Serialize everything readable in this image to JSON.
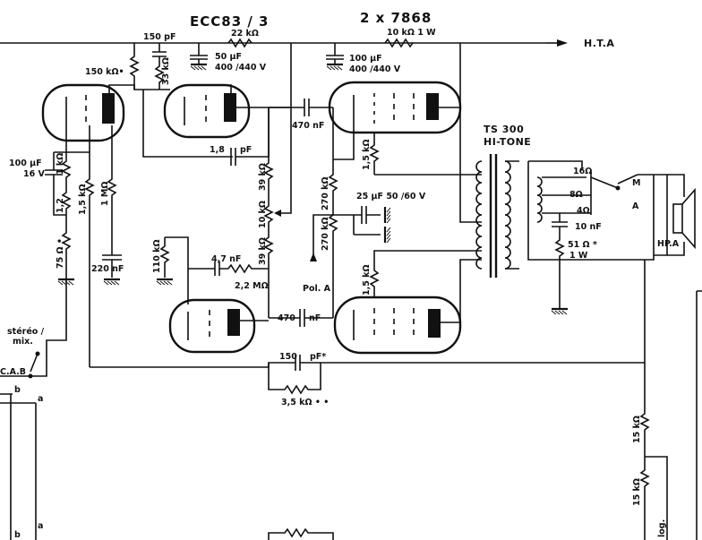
{
  "colors": {
    "ink": "#111111",
    "paper": "#ffffff"
  },
  "titles": {
    "preamp_tubes": "ECC83 / 3",
    "output_tubes": "2 x 7868"
  },
  "supply": {
    "hta": "H.T.A",
    "r_supply": "10 kΩ  1 W"
  },
  "transformer": {
    "model": "TS 300",
    "brand": "HI-TONE"
  },
  "speaker": {
    "label": "HP.A",
    "taps": {
      "t16": "16Ω",
      "t8": "8Ω",
      "t4": "4Ω",
      "m": "M",
      "a": "A"
    }
  },
  "components": {
    "c150pf": "150 pF",
    "r22k": "22 kΩ",
    "r150k": "150 kΩ•",
    "r33k": "33 kΩ",
    "c50uf_a": "50 µF",
    "c50uf_b": "400 /440 V",
    "c100uf_a": "100 µF",
    "c100uf_b": "400 /440 V",
    "c470a": "470 nF",
    "c1p8": "1,8",
    "c1p8u": "pF",
    "c100uf16_a": "100 µF",
    "c100uf16_b": "16 V",
    "r1k": "1 kΩ",
    "r1k2": "1,2",
    "r1k5a": "1,5 kΩ",
    "r1m": "1 MΩ",
    "r75": "75 Ω •",
    "c220": "220 nF",
    "r110k": "110 kΩ",
    "c4n7": "4,7 nF",
    "r2m2": "2,2 MΩ",
    "r39k_a": "39 kΩ",
    "r10k": "10 kΩ",
    "r39k_b": "39 kΩ",
    "r270k_a": "270 kΩ",
    "r270k_b": "270 kΩ",
    "r1k5b": "1,5 kΩ",
    "r1k5c": "1,5 kΩ",
    "c25uf": "25 µF  50 /60 V",
    "pola": "Pol. A",
    "c470b_a": "470",
    "c470b_b": "nF",
    "c150fb_a": "150",
    "c150fb_b": "pF*",
    "r3k5": "3,5 kΩ • •",
    "c10nf": "10 nF",
    "r51": "51 Ω *",
    "r51w": "1 W",
    "r15k_a": "15 kΩ",
    "r15k_b": "15 kΩ"
  },
  "switch": {
    "stereo": "stéréo /",
    "mix": "mix.",
    "cab": "C.A.B"
  },
  "nodes": {
    "b1": "b",
    "b2": "b",
    "a1": "a",
    "a2": "a"
  },
  "misc": {
    "log": "log."
  }
}
